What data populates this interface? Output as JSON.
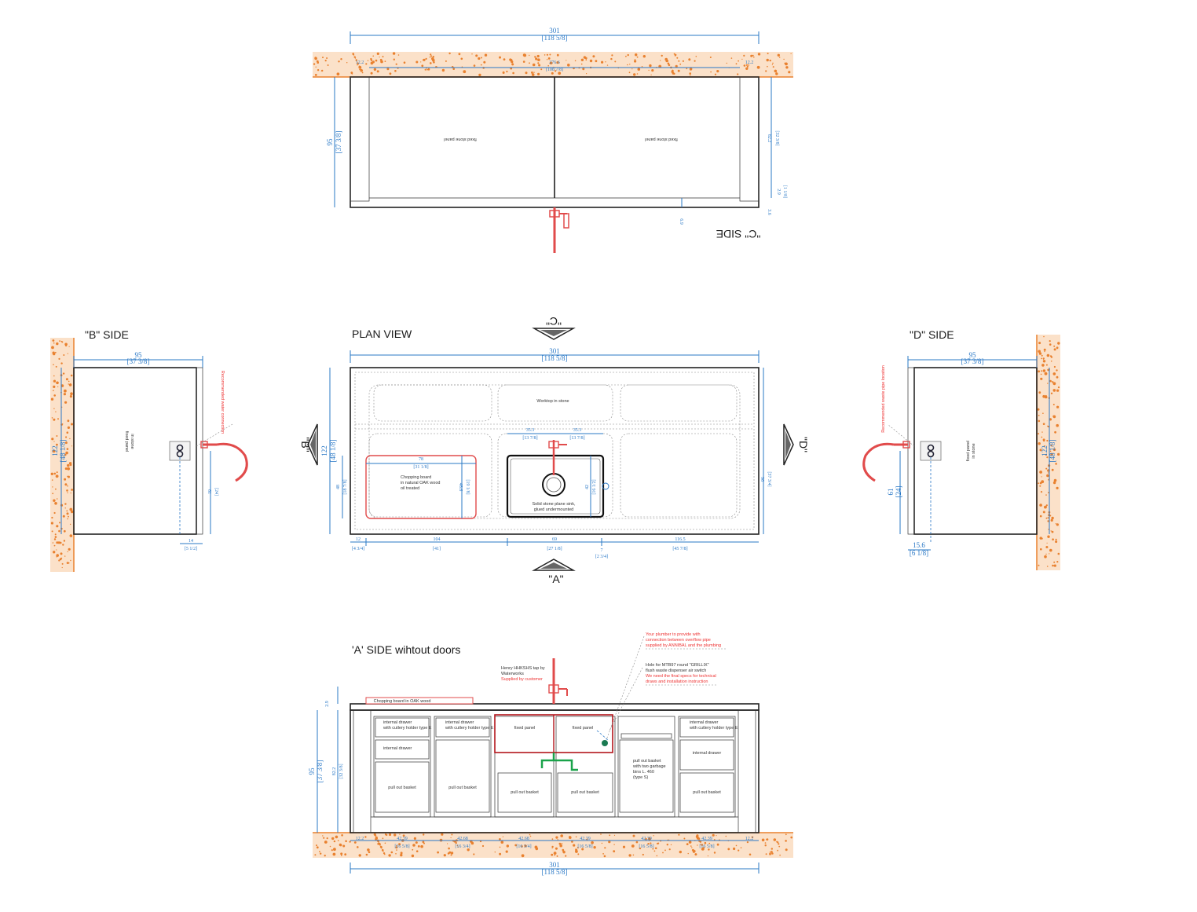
{
  "labels": {
    "c_side": "\"C\" SIDE",
    "b_side": "\"B\" SIDE",
    "plan_view": "PLAN VIEW",
    "d_side": "\"D\" SIDE",
    "a_side": "'A' SIDE wihtout doors",
    "marker_c": "\"C\"",
    "marker_b": "\"B\"",
    "marker_d": "\"D\"",
    "marker_a": "\"A\""
  },
  "dimensions": {
    "top_total": "301",
    "top_total_in": "[118 5/8]",
    "top_inner": "276.6",
    "top_inner_in": "[108 7/8]",
    "top_left_small": "12.2",
    "top_right_small": "12.2",
    "c_height": "95",
    "c_height_in": "[37 3/8]",
    "c_right_h": "82.2",
    "c_right_h_in": "[32 3/8]",
    "c_right_small": "2.9",
    "c_right_small_in": "[1 1/8]",
    "c_right_bottom": "3.6",
    "c_bottom_mark": "6.9",
    "plan_total": "301",
    "plan_total_in": "[118 5/8]",
    "plan_depth": "122",
    "plan_depth_in": "[48 1/8]",
    "plan_depth_right": "96",
    "plan_depth_right_in": "[37 3/4]",
    "plan_sink_left": "35.3",
    "plan_sink_left_in": "[13 7/8]",
    "plan_sink_right": "35.3",
    "plan_sink_right_in": "[13 7/8]",
    "plan_board_w": "78",
    "plan_board_w_in": "[31 1/8]",
    "plan_board_d": "48.6",
    "plan_board_d_in": "[19 1/8]",
    "plan_left_d": "48",
    "plan_left_d_in": "[18 7/8]",
    "plan_sink_d": "42",
    "plan_sink_d_in": "[16 1/2]",
    "plan_bottom_1": "12",
    "plan_bottom_1_in": "[4 3/4]",
    "plan_bottom_2": "104",
    "plan_bottom_2_in": "[41]",
    "plan_bottom_3": "69",
    "plan_bottom_3_in": "[27 1/8]",
    "plan_bottom_4": "116.5",
    "plan_bottom_4_in": "[45 7/8]",
    "plan_bottom_5": "7",
    "plan_bottom_5_in": "[2 3/4]",
    "b_width": "95",
    "b_width_in": "[37 3/8]",
    "b_height": "122",
    "b_height_in": "[48 1/8]",
    "b_tap": "61",
    "b_tap_in": "[24]",
    "b_small": "14",
    "b_small_in": "[5 1/2]",
    "d_width": "95",
    "d_width_in": "[37 3/8]",
    "d_height": "122",
    "d_height_in": "[48 1/8]",
    "d_tap": "61",
    "d_tap_in": "[24]",
    "d_small": "15.6",
    "d_small_in": "[6 1/8]",
    "a_height": "95",
    "a_height_in": "[37 3/8]",
    "a_inner_h": "82.2",
    "a_inner_h_in": "[32 3/8]",
    "a_top_small": "2.9",
    "a_total": "301",
    "a_total_in": "[118 5/8]",
    "a_b1": "12.2",
    "a_b2": "42.39",
    "a_b2_in": "[16 5/8]",
    "a_b3": "42.68",
    "a_b3_in": "[16 3/4]",
    "a_b4": "42.68",
    "a_b4_in": "[16 3/4]",
    "a_b5": "42.39",
    "a_b5_in": "[16 5/8]",
    "a_b6": "42.39",
    "a_b6_in": "[16 5/8]",
    "a_b7": "42.39",
    "a_b7_in": "[16 5/8]",
    "a_b8": "12.2"
  },
  "notes": {
    "c_panel_left": "fixed stone panel",
    "c_panel_right": "fixed stone panel",
    "worktop": "Worktop in stone",
    "chopping_1": "Chopping board",
    "chopping_2": "in natural OAK wood",
    "chopping_3": "oil treated",
    "sink_1": "Solid stone plane sink,",
    "sink_2": "glued undermounted",
    "b_panel_1": "fixed panel",
    "b_panel_2": "in stone",
    "b_red": "Recommended water connection",
    "d_panel_1": "fixed panel",
    "d_panel_2": "in stone",
    "d_red": "Recommended waste pipe location",
    "a_chopping": "Chopping board in OAK wood",
    "a_tap_1": "Henry HHKSHS tap by",
    "a_tap_2": "Waterworks",
    "a_tap_red": "Supplied by customer",
    "a_red_1": "Your plumber to provide with",
    "a_red_2": "connection between overflow pipe",
    "a_red_3": "supplied by ANNIBAL and the plumbing",
    "a_hole_1": "Hole for MTB97 round \"GRILLIX\"",
    "a_hole_2": "flush waste dispenser air switch",
    "a_hole_red_1": "We need the final specs for technical",
    "a_hole_red_2": "draws and installation instruction",
    "a_drawer_1a": "internal drawer",
    "a_drawer_1b": "with cutlery holder type E",
    "a_drawer_2a": "internal drawer",
    "a_drawer_2b": "with cutlery holder type E",
    "a_drawer_3": "internal drawer",
    "a_basket_1": "pull out basket",
    "a_basket_2": "pull out basket",
    "a_basket_3": "pull out basket",
    "a_basket_4": "pull out basket",
    "a_basket_5": "pull out basket",
    "a_fixed_1": "fixed panel",
    "a_fixed_2": "fixed panel",
    "a_bin_1": "pull out basket",
    "a_bin_2": "with two garbage",
    "a_bin_3": "bins L. 460",
    "a_bin_4": "(type S)",
    "a_drawer_r1a": "internal drawer",
    "a_drawer_r1b": "with cutlery holder type E",
    "a_drawer_r2": "internal drawer"
  },
  "colors": {
    "outline": "#222222",
    "dimension": "#2a78c6",
    "wall": "#f7c99c",
    "wall_dots": "#e9812f",
    "tap": "#e14b4b",
    "sink_frame": "#b3151c",
    "waste_pipe": "#1aa34a"
  }
}
